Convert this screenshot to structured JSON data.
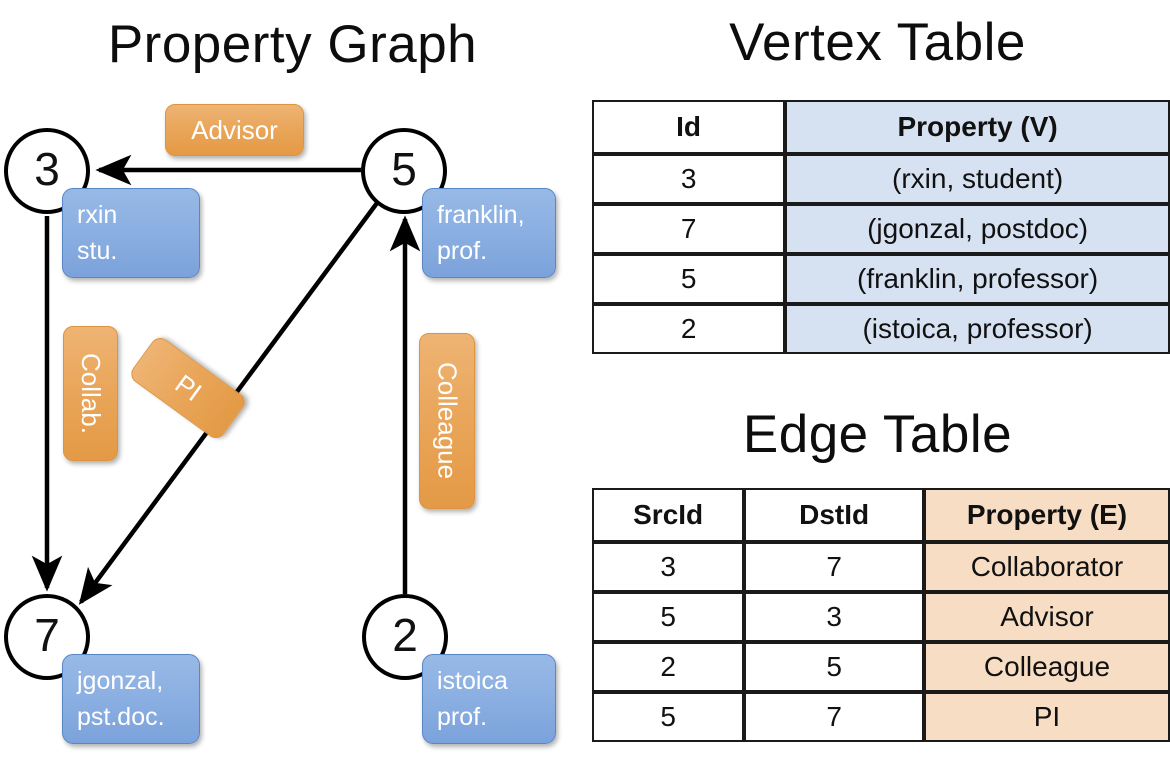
{
  "titles": {
    "property_graph": "Property Graph",
    "vertex_table": "Vertex Table",
    "edge_table": "Edge Table"
  },
  "colors": {
    "vertex_property_fill": "#d6e1f1",
    "edge_property_fill": "#f7ddc3",
    "node_box_blue": "#8cb0e2",
    "edge_label_orange": "#e9a559",
    "stroke": "#000000"
  },
  "graph": {
    "nodes": [
      {
        "id": "3",
        "property_line1": "rxin",
        "property_line2": "stu."
      },
      {
        "id": "5",
        "property_line1": "franklin,",
        "property_line2": "prof."
      },
      {
        "id": "7",
        "property_line1": "jgonzal,",
        "property_line2": "pst.doc."
      },
      {
        "id": "2",
        "property_line1": "istoica",
        "property_line2": "prof."
      }
    ],
    "edge_labels": [
      {
        "text": "Advisor",
        "orientation": "horizontal"
      },
      {
        "text": "Collab.",
        "orientation": "vertical"
      },
      {
        "text": "PI",
        "orientation": "rotated"
      },
      {
        "text": "Colleague",
        "orientation": "vertical"
      }
    ]
  },
  "vertex_table": {
    "headers": [
      "Id",
      "Property (V)"
    ],
    "rows": [
      {
        "id": "3",
        "property": "(rxin, student)"
      },
      {
        "id": "7",
        "property": "(jgonzal, postdoc)"
      },
      {
        "id": "5",
        "property": "(franklin, professor)"
      },
      {
        "id": "2",
        "property": "(istoica, professor)"
      }
    ]
  },
  "edge_table": {
    "headers": [
      "SrcId",
      "DstId",
      "Property (E)"
    ],
    "rows": [
      {
        "src": "3",
        "dst": "7",
        "property": "Collaborator"
      },
      {
        "src": "5",
        "dst": "3",
        "property": "Advisor"
      },
      {
        "src": "2",
        "dst": "5",
        "property": "Colleague"
      },
      {
        "src": "5",
        "dst": "7",
        "property": "PI"
      }
    ]
  }
}
